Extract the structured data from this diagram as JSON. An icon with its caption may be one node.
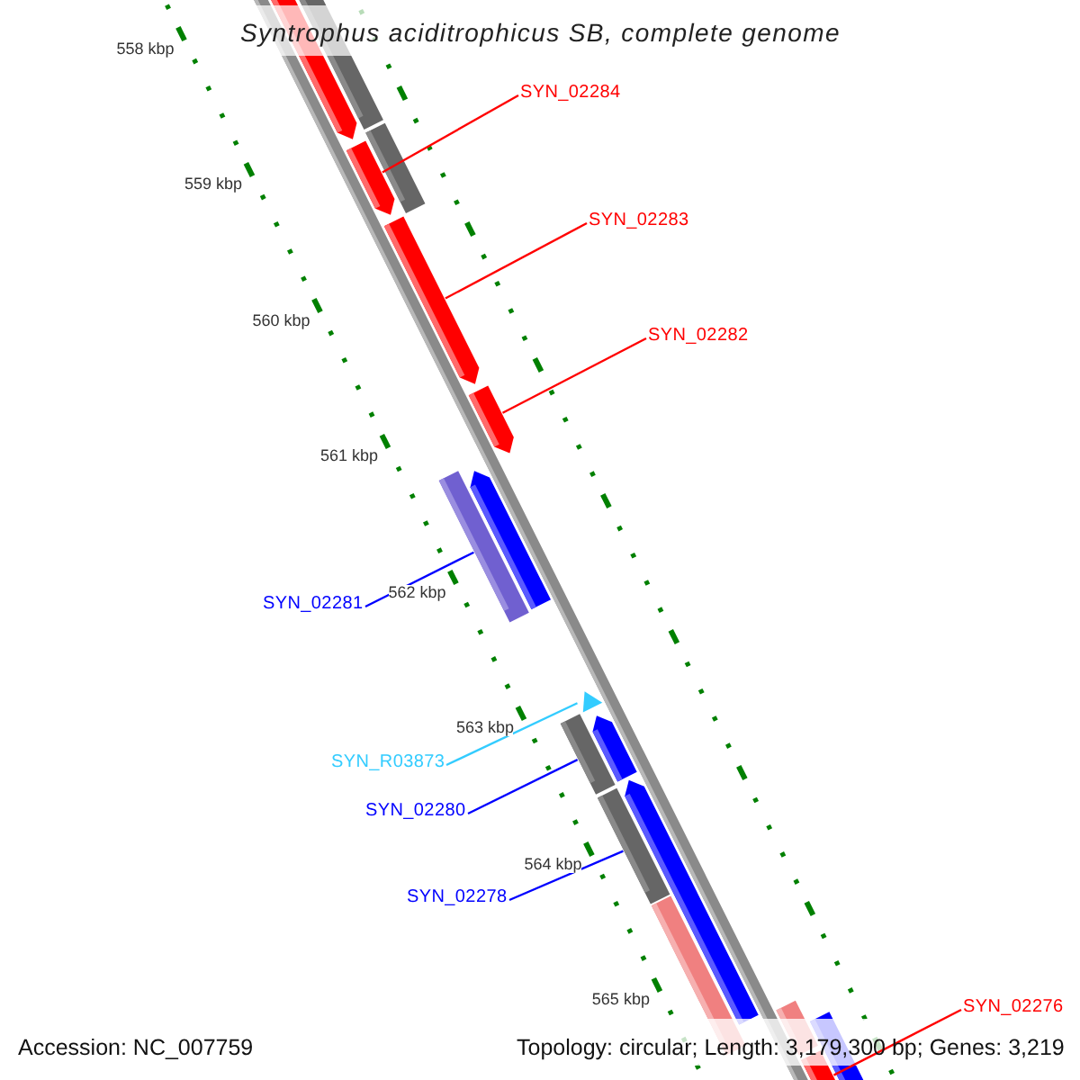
{
  "diagram": {
    "title": "Syntrophus aciditrophicus SB, complete genome",
    "nodes": [
      {
        "text": [
          "SYN_02284"
        ]
      },
      {
        "text": [
          "SYN_02283"
        ]
      },
      {
        "text": [
          "SYN_02282"
        ]
      },
      {
        "text": [
          "SYN_02281"
        ]
      },
      {
        "text": [
          "SYN_R03873"
        ]
      },
      {
        "text": [
          "SYN_02280"
        ]
      },
      {
        "text": [
          "SYN_02278"
        ]
      },
      {
        "text": [
          "SYN_02276"
        ]
      },
      {
        "text": [],
        "shape": "bar"
      },
      {
        "text": [],
        "shape": "bar"
      },
      {
        "text": [],
        "shape": "bar"
      },
      {
        "text": [],
        "shape": "bar"
      },
      {
        "text": [],
        "shape": "bar"
      },
      {
        "text": [],
        "shape": "bar"
      },
      {
        "text": [],
        "shape": "bar"
      },
      {
        "text": [],
        "shape": "bar"
      },
      {
        "text": [],
        "shape": "triangle"
      },
      {
        "text": [],
        "shape": "bar"
      },
      {
        "text": [],
        "shape": "bar"
      },
      {
        "text": [],
        "shape": "bar"
      },
      {
        "text": [],
        "shape": "bar"
      },
      {
        "text": [],
        "shape": "bar"
      },
      {
        "text": [],
        "shape": "bar"
      },
      {
        "text": [],
        "shape": "bar"
      },
      {
        "text": [],
        "shape": "bar"
      }
    ],
    "edges": [
      {
        "from": 0,
        "to": 11,
        "arrow": "none"
      },
      {
        "from": 1,
        "to": 12,
        "arrow": "none"
      },
      {
        "from": 2,
        "to": 13,
        "arrow": "none"
      },
      {
        "from": 3,
        "to": 14,
        "arrow": "none",
        "color": "#0000ff"
      },
      {
        "from": 4,
        "to": 16,
        "arrow": "none",
        "color": "#33ccff"
      },
      {
        "from": 5,
        "to": 17,
        "arrow": "none",
        "color": "#0000ff"
      },
      {
        "from": 6,
        "to": 20,
        "arrow": "none",
        "color": "#0000ff"
      },
      {
        "from": 7,
        "to": 24,
        "arrow": "none"
      }
    ],
    "labels": [
      "558 kbp",
      "559 kbp",
      "560 kbp",
      "561 kbp",
      "562 kbp",
      "563 kbp",
      "564 kbp",
      "565 kbp",
      "Accession: NC_007759",
      "Topology: circular; Length: 3,179,300 bp; Genes: 3,219"
    ]
  }
}
